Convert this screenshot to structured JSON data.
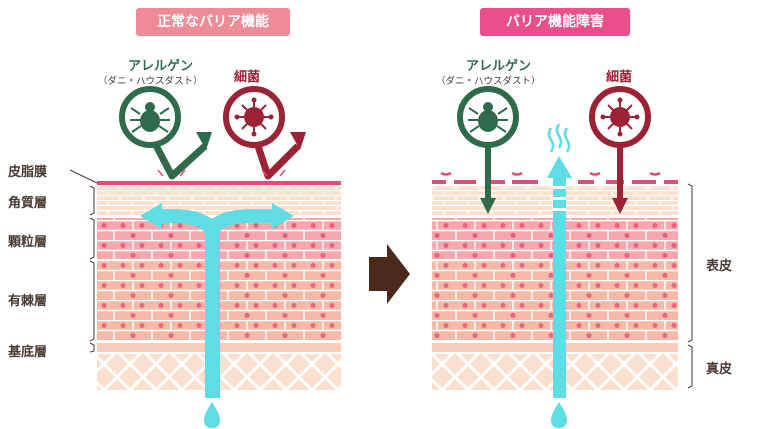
{
  "titles": {
    "normal": "正常なバリア機能",
    "impaired": "バリア機能障害"
  },
  "agents": {
    "allergen": "アレルゲン",
    "allergen_examples": "（ダニ・ハウスダスト）",
    "bacteria": "細菌"
  },
  "layers": {
    "sebum": "皮脂膜",
    "stratum_corneum": "角質層",
    "granular": "顆粒層",
    "spinous": "有棘層",
    "basal": "基底層"
  },
  "regions": {
    "epidermis": "表皮",
    "dermis": "真皮"
  },
  "colors": {
    "allergen": "#2f6b4b",
    "bacteria": "#9c2336",
    "moisture": "#5fdce4",
    "sebum": "#e24d73",
    "arrow": "#4b2a1c"
  }
}
